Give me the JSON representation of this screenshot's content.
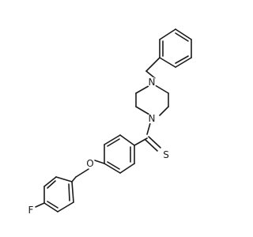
{
  "atoms": [
    {
      "id": "N1",
      "label": "N",
      "color": "#1a1a1a"
    },
    {
      "id": "N2",
      "label": "N",
      "color": "#1a1a1a"
    },
    {
      "id": "S",
      "label": "S",
      "color": "#1a1a1a"
    },
    {
      "id": "O",
      "label": "O",
      "color": "#1a1a1a"
    },
    {
      "id": "F",
      "label": "F",
      "color": "#1a1a1a"
    }
  ]
}
